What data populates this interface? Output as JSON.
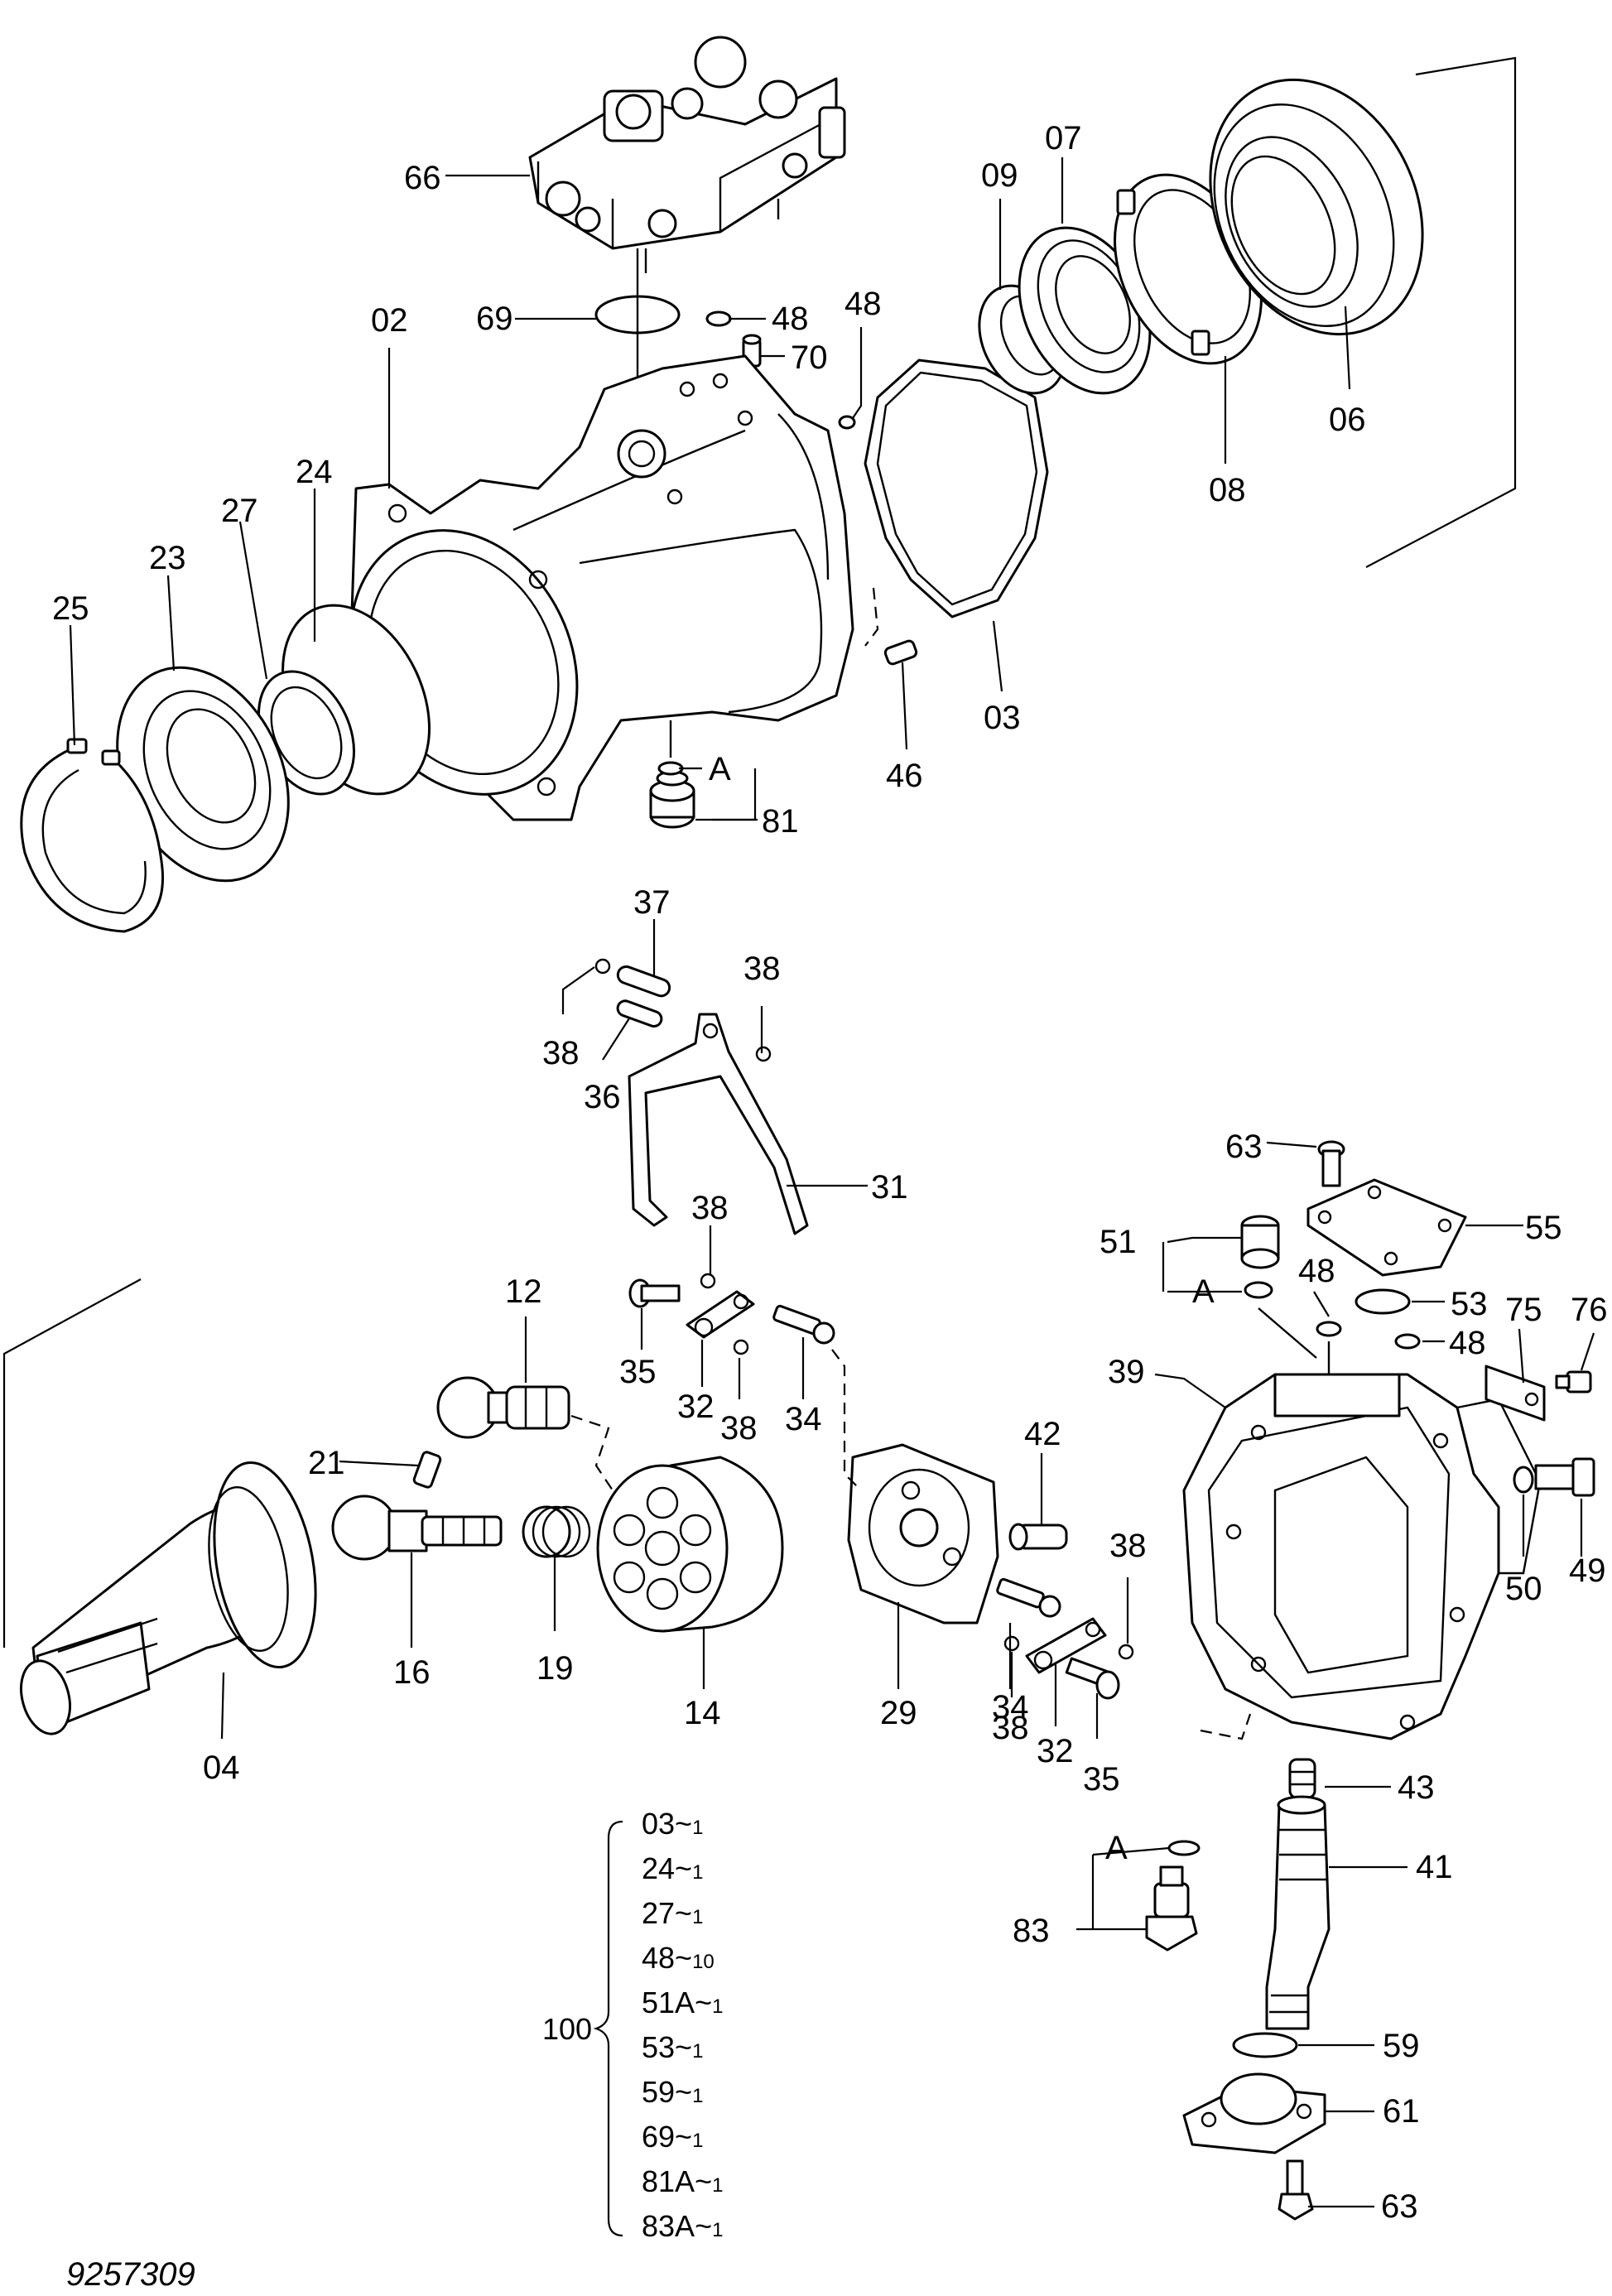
{
  "drawing_number": "9257309",
  "callouts": {
    "c02": "02",
    "c03": "03",
    "c04": "04",
    "c06": "06",
    "c07": "07",
    "c08": "08",
    "c09": "09",
    "c12": "12",
    "c14": "14",
    "c16": "16",
    "c19": "19",
    "c21": "21",
    "c23": "23",
    "c24": "24",
    "c25": "25",
    "c27": "27",
    "c29": "29",
    "c31": "31",
    "c32a": "32",
    "c32b": "32",
    "c34a": "34",
    "c34b": "34",
    "c35a": "35",
    "c35b": "35",
    "c36": "36",
    "c37": "37",
    "c38a": "38",
    "c38b": "38",
    "c38c": "38",
    "c38d": "38",
    "c38e": "38",
    "c38f": "38",
    "c39": "39",
    "c41": "41",
    "c42": "42",
    "c43": "43",
    "c46": "46",
    "c48a": "48",
    "c48b": "48",
    "c48c": "48",
    "c48d": "48",
    "c49": "49",
    "c50": "50",
    "c51": "51",
    "c53": "53",
    "c55": "55",
    "c59": "59",
    "c61": "61",
    "c63a": "63",
    "c63b": "63",
    "c66": "66",
    "c69": "69",
    "c70": "70",
    "c75": "75",
    "c76": "76",
    "c81": "81",
    "c83": "83",
    "markA1": "A",
    "markA2": "A",
    "markA3": "A"
  },
  "seal_kit": {
    "number": "100",
    "items": [
      {
        "code": "03",
        "qty": "1"
      },
      {
        "code": "24",
        "qty": "1"
      },
      {
        "code": "27",
        "qty": "1"
      },
      {
        "code": "48",
        "qty": "10"
      },
      {
        "code": "51A",
        "qty": "1"
      },
      {
        "code": "53",
        "qty": "1"
      },
      {
        "code": "59",
        "qty": "1"
      },
      {
        "code": "69",
        "qty": "1"
      },
      {
        "code": "81A",
        "qty": "1"
      },
      {
        "code": "83A",
        "qty": "1"
      }
    ],
    "qty_separator": "~"
  }
}
